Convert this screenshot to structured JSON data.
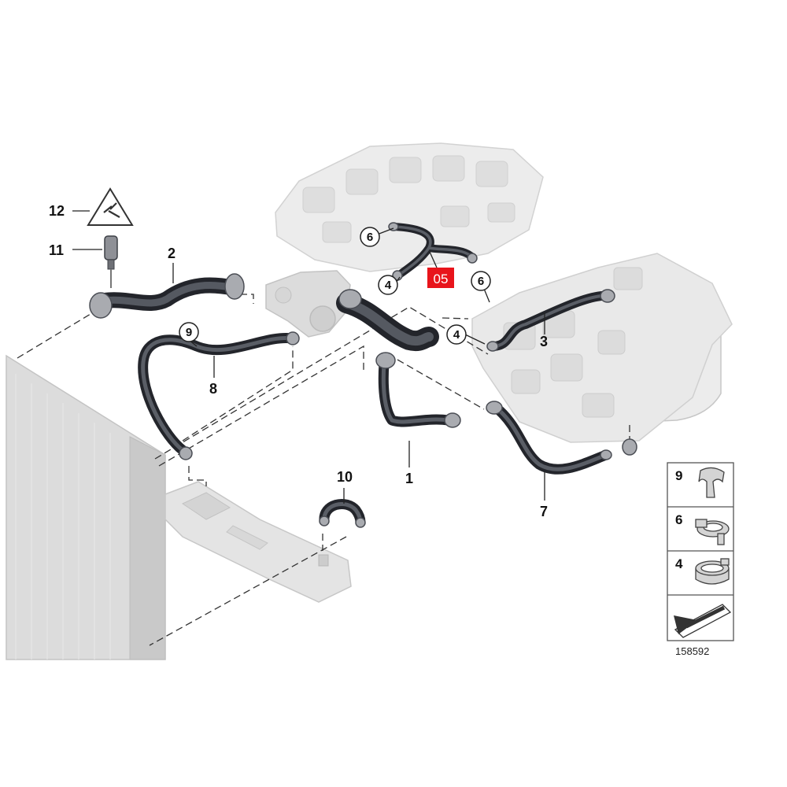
{
  "diagram": {
    "highlight_label": "05",
    "highlight_color": "#e8141b",
    "reference_number": "158592",
    "hose_color": "#3a3d44",
    "part_labels": {
      "p1": "1",
      "p2": "2",
      "p3": "3",
      "p7": "7",
      "p8": "8",
      "p10": "10",
      "p11": "11",
      "p12": "12"
    },
    "clip_callouts": {
      "c4a": "4",
      "c4b": "4",
      "c6a": "6",
      "c6b": "6",
      "c9": "9"
    },
    "legend": [
      {
        "number": "9",
        "icon": "spring-clip-icon"
      },
      {
        "number": "6",
        "icon": "hose-clamp-icon"
      },
      {
        "number": "4",
        "icon": "band-clamp-icon"
      },
      {
        "number": "",
        "icon": "view-direction-arrow-icon"
      }
    ]
  }
}
